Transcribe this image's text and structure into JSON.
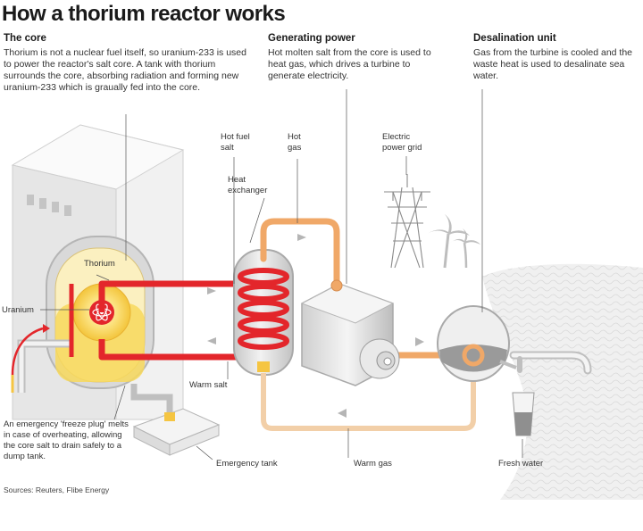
{
  "title": "How a thorium reactor works",
  "sections": {
    "core": {
      "heading": "The core",
      "body": "Thorium is not a nuclear fuel itself, so uranium-233 is used to power the reactor's salt core. A tank with thorium surrounds the core, absorbing radiation and forming new uranium-233 which is graually fed into the core."
    },
    "generating": {
      "heading": "Generating power",
      "body": "Hot molten salt from the core is used to heat gas, which drives a turbine to generate electricity."
    },
    "desalination": {
      "heading": "Desalination unit",
      "body": "Gas from the turbine is cooled and the waste heat is used to desalinate sea water."
    }
  },
  "labels": {
    "hot_fuel_salt": "Hot fuel salt",
    "hot_gas": "Hot gas",
    "electric_grid": "Electric power grid",
    "heat_exchanger": "Heat exchanger",
    "thorium": "Thorium",
    "uranium": "Uranium",
    "warm_salt": "Warm salt",
    "freeze_plug": "An emergency 'freeze plug' melts in case of overheating, allowing the core salt to drain safely to a dump tank.",
    "emergency_tank": "Emergency tank",
    "warm_gas": "Warm gas",
    "fresh_water": "Fresh water"
  },
  "sources": "Sources: Reuters, Flibe Energy",
  "colors": {
    "hot_salt": "#e3262b",
    "gas": "#f0a868",
    "core_yellow": "#f6dc6a",
    "grey": "#dcdcdc",
    "sea": "#bdbdbd"
  }
}
